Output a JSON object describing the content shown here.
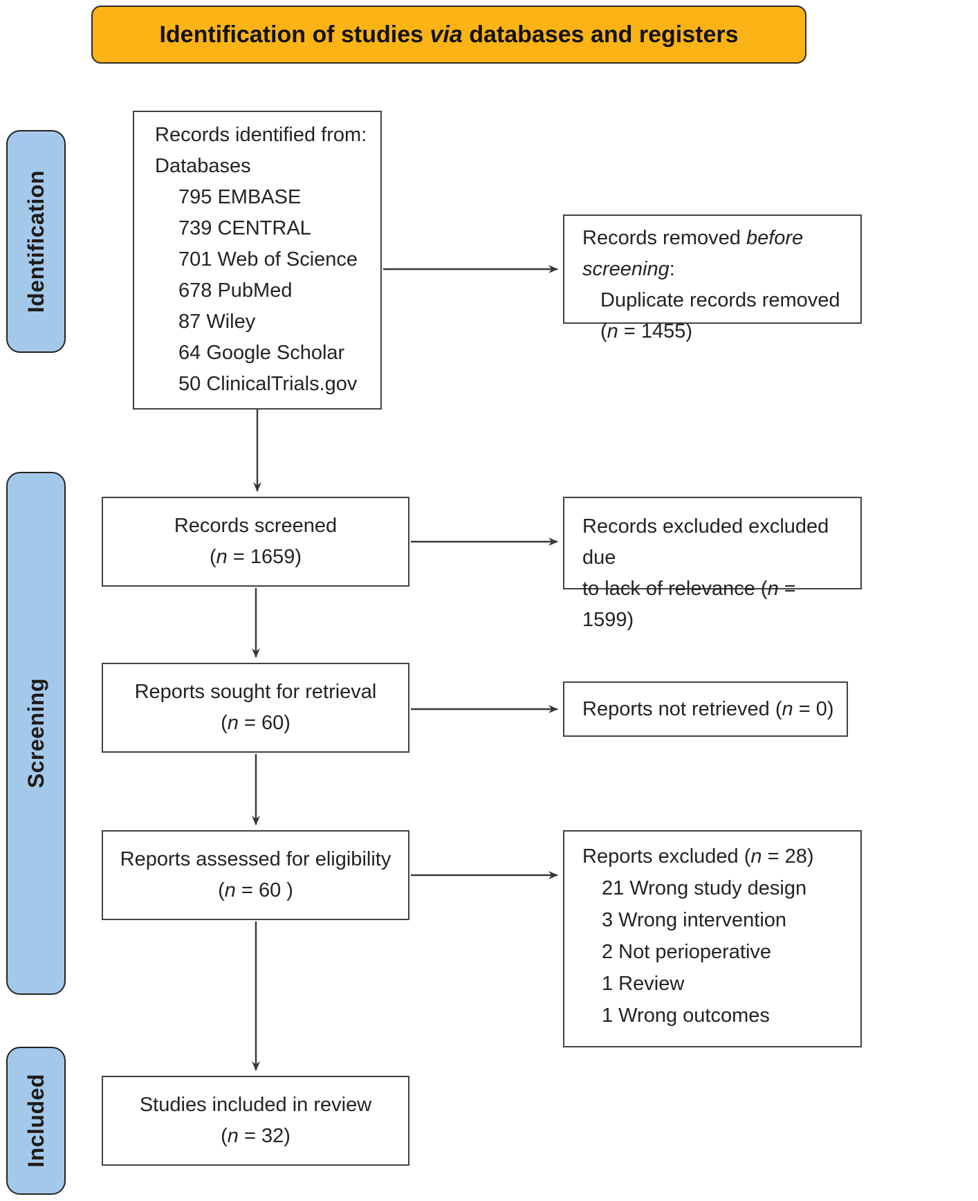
{
  "banner": {
    "text_before": "Identification of studies ",
    "text_italic": "via",
    "text_after": " databases and registers"
  },
  "stages": {
    "identification": "Identification",
    "screening": "Screening",
    "included": "Included"
  },
  "glyphs": {
    "open": "(",
    "n": "n",
    "eq": "=",
    "close": ")"
  },
  "boxes": {
    "identified": {
      "line1": "Records identified from:",
      "line2": "Databases",
      "sources": [
        "795 EMBASE",
        "739 CENTRAL",
        "701 Web of Science",
        "678 PubMed",
        "87 Wiley",
        "64 Google Scholar",
        "50 ClinicalTrials.gov"
      ]
    },
    "removed": {
      "line1_before": "Records removed ",
      "line1_italic": "before screening",
      "line1_after": ":",
      "line2": "Duplicate records removed",
      "n": "1455"
    },
    "screened": {
      "title": "Records screened",
      "n": "1659"
    },
    "excluded_screen": {
      "line1": "Records excluded excluded due",
      "line2": "to lack of relevance ",
      "n": "1599"
    },
    "sought": {
      "title": "Reports sought for retrieval",
      "n": "60"
    },
    "not_retrieved": {
      "text": "Reports not retrieved ",
      "n": "0"
    },
    "assessed": {
      "title": "Reports assessed for eligibility",
      "n": "60 "
    },
    "excluded_eligibility": {
      "title": "Reports excluded ",
      "n": "28",
      "reasons": [
        "21 Wrong study design",
        "3 Wrong intervention",
        "2 Not perioperative",
        "1 Review",
        "1 Wrong outcomes"
      ]
    },
    "included": {
      "title": "Studies included in review",
      "n": "32"
    }
  },
  "colors": {
    "banner_bg": "#FBB316",
    "stage_bg": "#A4C8EA",
    "line": "#3A3633",
    "ink": "#262220",
    "border_dark": "#46413D"
  }
}
